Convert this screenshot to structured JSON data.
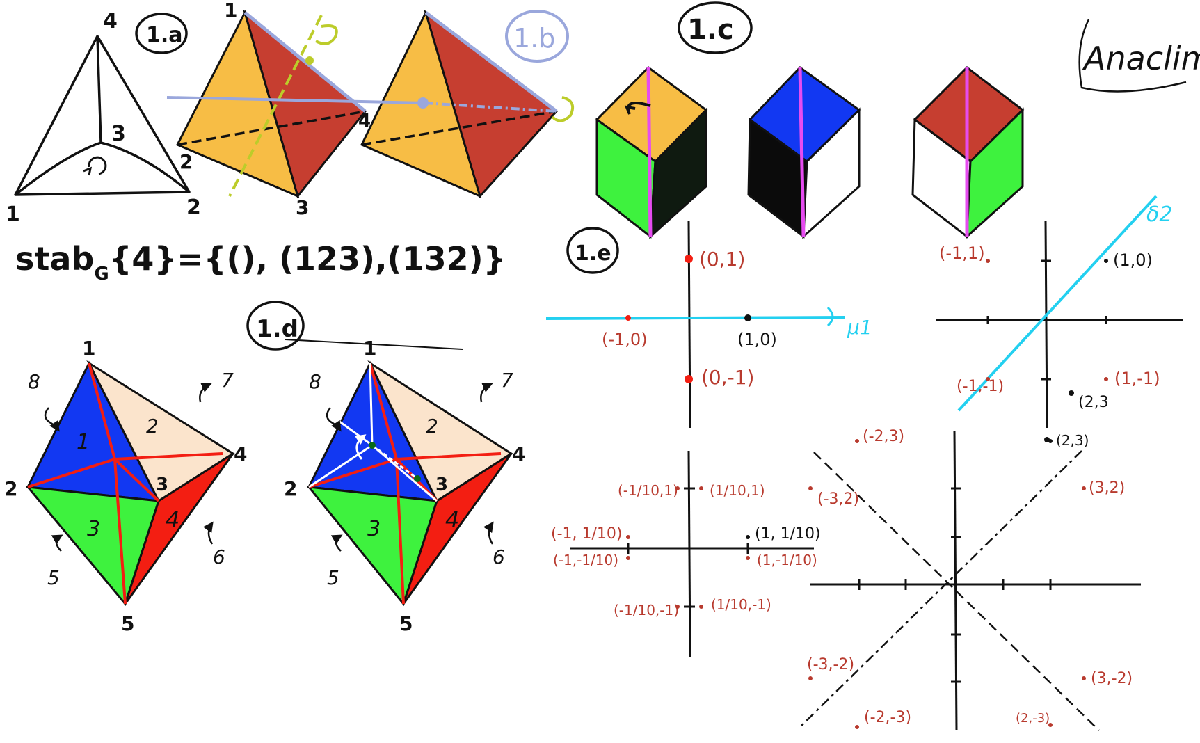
{
  "colors": {
    "yellow": "#f7bd45",
    "brick": "#c63e30",
    "blue": "#1238f2",
    "green": "#3ef23e",
    "red": "#f31e12",
    "peach": "#fbe4cc",
    "magenta": "#e64cf0",
    "cyan": "#23d0f0",
    "lilac": "#9aa7dc",
    "olive": "#bccc2a",
    "point_red": "#b83a2e"
  },
  "signature": "Anaclim",
  "labels": {
    "a": "1.a",
    "b": "1.b",
    "c": "1.c",
    "d": "1.d",
    "e": "1.e"
  },
  "fig_a": {
    "vertices": [
      "1",
      "2",
      "3",
      "4"
    ],
    "rotation_icon": "rotate-arrow-icon",
    "stabilizer": "stab",
    "stab_sub": "G",
    "stab_rest": "{4}={(), (123),(132)}"
  },
  "fig_b": {
    "left_vertices": [
      "1",
      "2",
      "3",
      "4"
    ]
  },
  "fig_d": {
    "vertices": [
      "1",
      "2",
      "3",
      "4",
      "5"
    ],
    "face_numbers": [
      "1",
      "2",
      "3",
      "4"
    ],
    "hidden_face_numbers": [
      "5",
      "6",
      "7",
      "8"
    ]
  },
  "fig_e": {
    "top_left": {
      "red_points": [
        "(0,1)",
        "(-1,0)",
        "(0,-1)"
      ],
      "black_points": [
        "(1,0)"
      ],
      "line_label": "μ1"
    },
    "top_right": {
      "red_points": [
        "(-1,1)",
        "(-1,-1)",
        "(1,-1)"
      ],
      "black_points": [
        "(1,0)",
        "(2,3"
      ],
      "line_label": "δ2"
    },
    "bottom_left": {
      "red_points": [
        "(-1/10,1)",
        "(1/10,1)",
        "(-1, 1/10)",
        "(-1,-1/10)",
        "(1,-1/10)",
        "(-1/10,-1)",
        "(1/10,-1)"
      ],
      "black_points": [
        "(1, 1/10)"
      ]
    },
    "bottom_right": {
      "red_points": [
        "(-2,3)",
        "(-3,2)",
        "(3,2)",
        "(-3,-2)",
        "(3,-2)",
        "(-2,-3)",
        "(2,-3)"
      ],
      "black_points": [
        "(2,3)"
      ]
    }
  }
}
